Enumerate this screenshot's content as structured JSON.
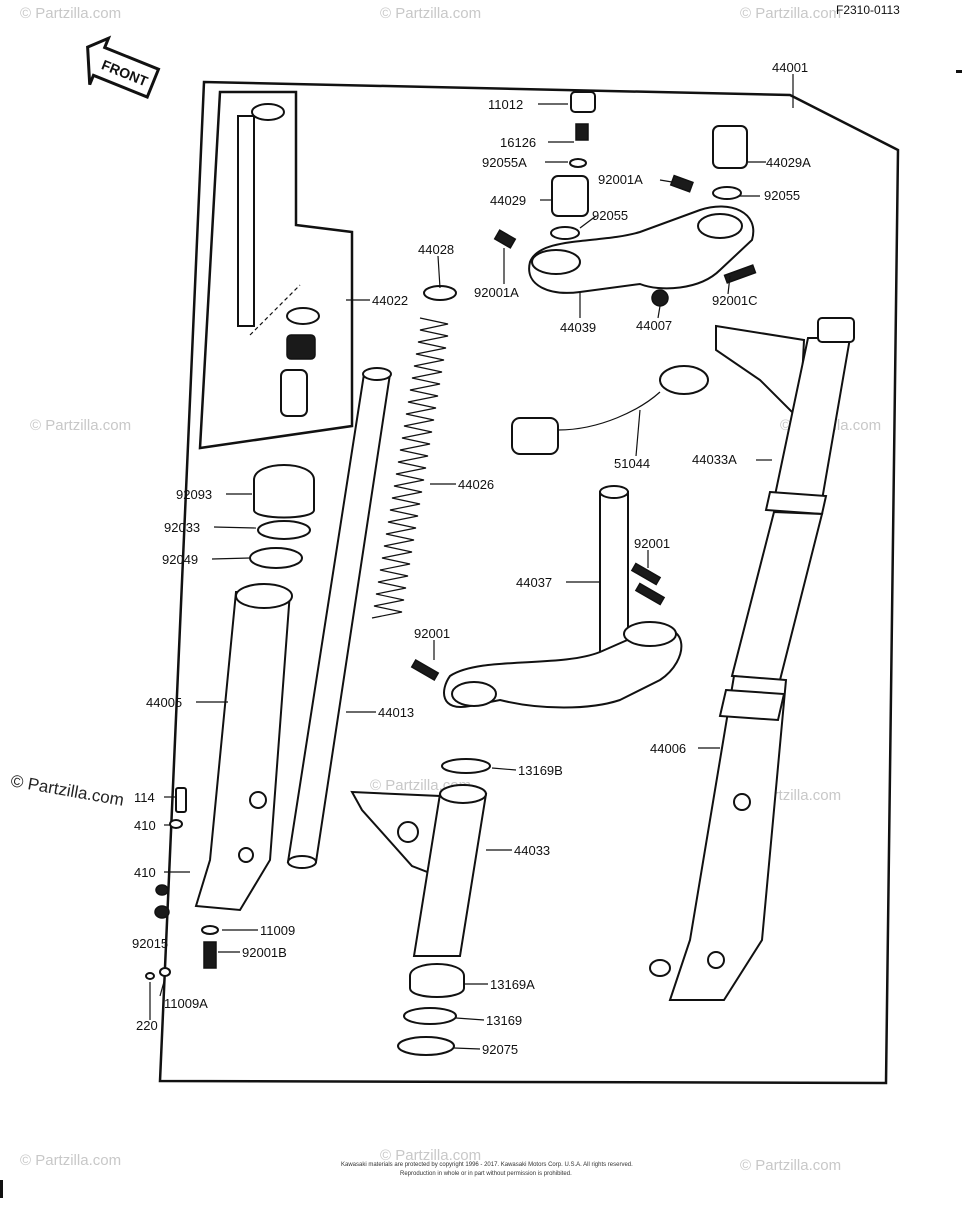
{
  "diagram_code": "F2310-0113",
  "front_label": "FRONT",
  "watermark": "© Partzilla.com",
  "copyright_lines": [
    "Kawasaki materials are protected by copyright 1996 - 2017. Kawasaki Motors Corp. U.S.A. All rights reserved.",
    "Reproduction in whole or in part without permission is prohibited."
  ],
  "part_labels": [
    "44001",
    "11012",
    "16126",
    "92055A",
    "44029A",
    "92001A",
    "92055",
    "44029",
    "92055",
    "44028",
    "92001A",
    "92001C",
    "44039",
    "44007",
    "44022",
    "51044",
    "44033A",
    "44026",
    "92093",
    "92033",
    "92049",
    "92001",
    "44037",
    "92001",
    "44005",
    "44013",
    "44006",
    "13169B",
    "114",
    "410",
    "44033",
    "410",
    "92015",
    "11009",
    "92001B",
    "13169A",
    "11009A",
    "220",
    "13169",
    "92075"
  ]
}
